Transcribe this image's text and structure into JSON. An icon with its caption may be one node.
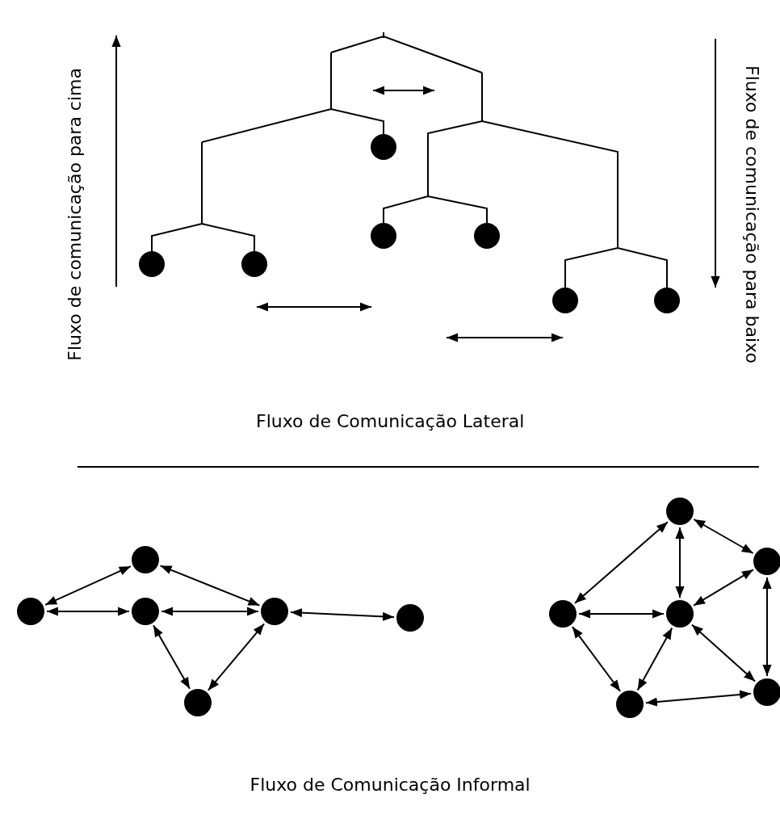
{
  "diagram": {
    "nodes": [
      {
        "text": [],
        "shape": "circle"
      },
      {
        "text": [],
        "shape": "circle"
      },
      {
        "text": [],
        "shape": "circle"
      },
      {
        "text": [],
        "shape": "circle"
      },
      {
        "text": [],
        "shape": "circle"
      },
      {
        "text": [],
        "shape": "circle"
      },
      {
        "text": [],
        "shape": "circle"
      },
      {
        "text": [],
        "shape": "circle"
      },
      {
        "text": [],
        "shape": "circle"
      },
      {
        "text": [],
        "shape": "circle"
      },
      {
        "text": [],
        "shape": "circle"
      },
      {
        "text": [],
        "shape": "circle"
      },
      {
        "text": [],
        "shape": "circle"
      },
      {
        "text": [],
        "shape": "circle"
      },
      {
        "text": [],
        "shape": "circle"
      },
      {
        "text": [],
        "shape": "circle"
      },
      {
        "text": [],
        "shape": "circle"
      },
      {
        "text": [],
        "shape": "circle"
      },
      {
        "text": [],
        "shape": "circle"
      }
    ],
    "edges": [
      {
        "from": 7,
        "to": 8,
        "arrow": "both"
      },
      {
        "from": 7,
        "to": 9,
        "arrow": "both"
      },
      {
        "from": 8,
        "to": 10,
        "arrow": "both"
      },
      {
        "from": 9,
        "to": 10,
        "arrow": "both"
      },
      {
        "from": 10,
        "to": 11,
        "arrow": "both"
      },
      {
        "from": 9,
        "to": 12,
        "arrow": "both"
      },
      {
        "from": 12,
        "to": 10,
        "arrow": "both"
      },
      {
        "from": 13,
        "to": 14,
        "arrow": "both"
      },
      {
        "from": 14,
        "to": 15,
        "arrow": "both"
      },
      {
        "from": 14,
        "to": 16,
        "arrow": "both"
      },
      {
        "from": 13,
        "to": 16,
        "arrow": "both"
      },
      {
        "from": 15,
        "to": 16,
        "arrow": "both"
      },
      {
        "from": 15,
        "to": 17,
        "arrow": "both"
      },
      {
        "from": 13,
        "to": 18,
        "arrow": "both"
      },
      {
        "from": 16,
        "to": 18,
        "arrow": "both"
      },
      {
        "from": 16,
        "to": 17,
        "arrow": "both"
      },
      {
        "from": 18,
        "to": 17,
        "arrow": "both"
      }
    ],
    "labels": [
      "Fluxo de comunicação para cima",
      "Fluxo de comunicação para baixo",
      "Fluxo de Comunicação Lateral",
      "Fluxo de Comunicação Informal"
    ]
  }
}
